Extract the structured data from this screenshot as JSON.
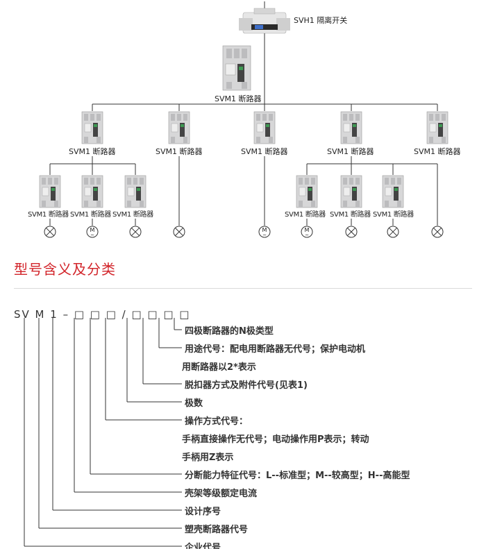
{
  "diagram": {
    "top_switch": {
      "label": "SVH1 隔离开关"
    },
    "main_breaker": {
      "label": "SVM1 断路器"
    },
    "row2_labels": [
      "SVM1 断路器",
      "SVM1 断路器",
      "SVM1 断路器",
      "SVM1 断路器",
      "SVM1 断路器"
    ],
    "row3_labels": [
      "SVM1 断路器",
      "SVM1 断路器",
      "SVM1 断路器",
      "SVM1 断路器",
      "SVM1 断路器",
      "SVM1 断路器"
    ],
    "motor_symbol": "M",
    "motor_sub": "~"
  },
  "section": {
    "title": "型号含义及分类"
  },
  "model": {
    "code": "SV M 1 – □ □ □ / □ □ □ □",
    "descriptions": [
      "四极断路器的N极类型",
      "用途代号：配电用断路器无代号；保护电动机",
      "用断路器以2*表示",
      "脱扣器方式及附件代号(见表1)",
      "极数",
      "操作方式代号：",
      "手柄直接操作无代号；电动操作用P表示；转动",
      "手柄用Z表示",
      "分断能力特征代号：L--标准型；M--较高型；H--高能型",
      "壳架等级额定电流",
      "设计序号",
      "塑壳断路器代号",
      "企业代号"
    ]
  }
}
